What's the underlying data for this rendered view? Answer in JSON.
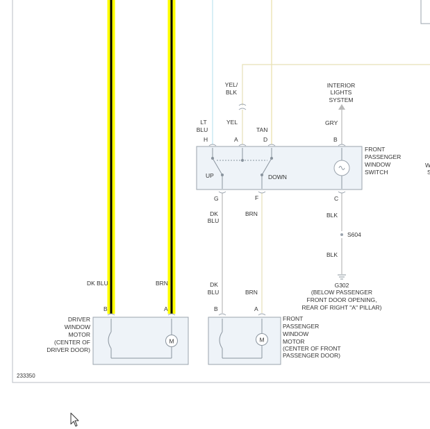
{
  "diagram_id": "233350",
  "colors": {
    "frame": "#b8bcc4",
    "component_fill": "#eef3f8",
    "component_stroke": "#9aa3ad",
    "wire_gray": "#b9b9b9",
    "wire_ltblu": "#bfe4ef",
    "wire_tan": "#e8dfa8",
    "wire_yelblk": "#e6e0b8",
    "highlight_yellow": "#ffff00",
    "highlight_black": "#000000"
  },
  "wires": {
    "ltblu_top": {
      "name": "LT BLU",
      "pin": "H"
    },
    "yelblk_top": {
      "name1": "YEL/",
      "name2": "BLK"
    },
    "yel": {
      "name": "YEL",
      "pin": "A"
    },
    "tan": {
      "name": "TAN",
      "pin": "D"
    },
    "gry": {
      "name": "GRY",
      "pin": "B"
    },
    "dkblu_mid": {
      "name1": "DK",
      "name2": "BLU",
      "pin": "G"
    },
    "brn_mid": {
      "name": "BRN",
      "pin": "F"
    },
    "blk_upper": {
      "name": "BLK",
      "pin": "C"
    },
    "blk_lower": {
      "name": "BLK"
    },
    "dkblu_pm": {
      "name1": "DK",
      "name2": "BLU",
      "pin": "B"
    },
    "brn_pm": {
      "name": "BRN",
      "pin": "A"
    },
    "dkblu_dm": {
      "name": "DK BLU",
      "pin": "B"
    },
    "brn_dm": {
      "name": "BRN",
      "pin": "A"
    }
  },
  "lt_blu": {
    "line1": "LT",
    "line2": "BLU"
  },
  "interior_lights": {
    "line1": "INTERIOR",
    "line2": "LIGHTS",
    "line3": "SYSTEM"
  },
  "switch": {
    "label_lines": [
      "FRONT",
      "PASSENGER",
      "WINDOW",
      "SWITCH"
    ],
    "up_label": "UP",
    "down_label": "DOWN"
  },
  "splice": {
    "name": "S604"
  },
  "ground": {
    "name": "G302",
    "lines": [
      "(BELOW PASSENGER",
      "FRONT DOOR OPENING,",
      "REAR OF RIGHT \"A\" PILLAR)"
    ]
  },
  "driver_motor": {
    "label_lines": [
      "DRIVER",
      "WINDOW",
      "MOTOR",
      "(CENTER OF",
      "DRIVER DOOR)"
    ],
    "symbol": "M"
  },
  "passenger_motor": {
    "label_lines": [
      "FRONT",
      "PASSENGER",
      "WINDOW",
      "MOTOR",
      "(CENTER OF FRONT",
      "PASSENGER DOOR)"
    ],
    "symbol": "M"
  },
  "edge_text": {
    "w": "W",
    "s": "S"
  }
}
